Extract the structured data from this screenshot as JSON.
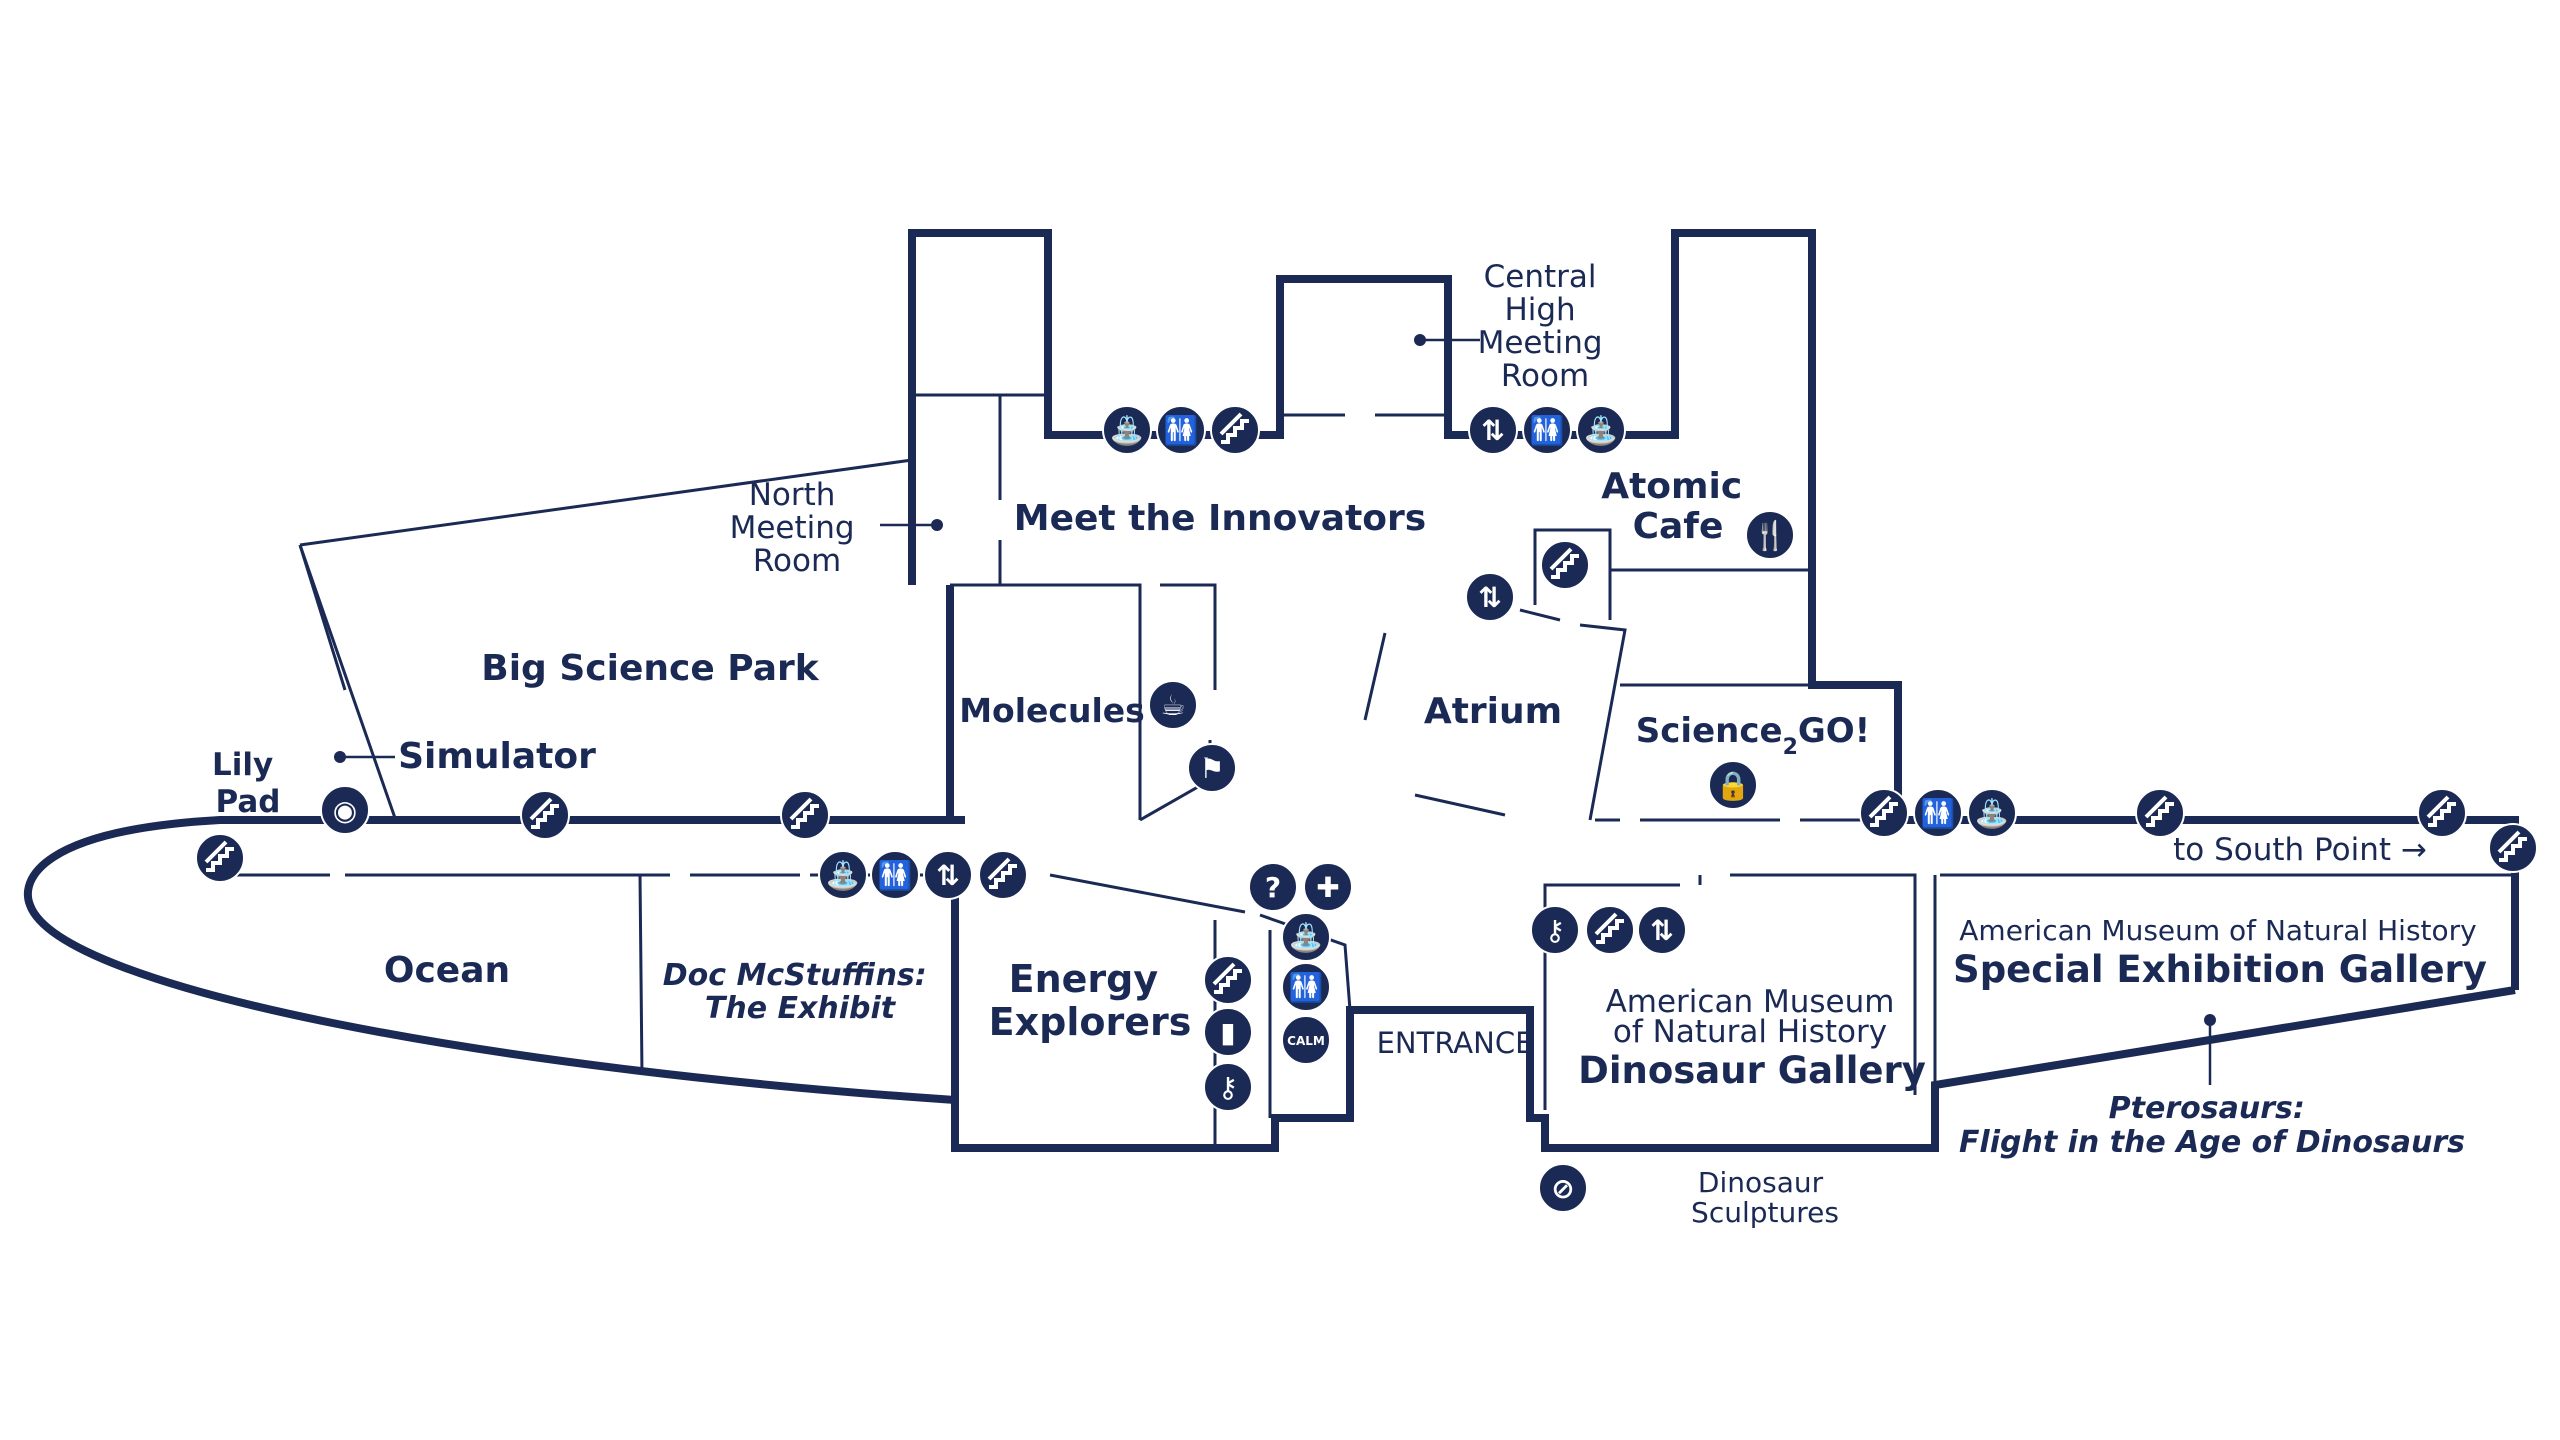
{
  "map": {
    "colors": {
      "ink": "#1b2a55",
      "background": "#ffffff"
    },
    "rooms": {
      "north_meeting_room": [
        "North",
        "Meeting",
        "Room"
      ],
      "meet_the_innovators": "Meet the Innovators",
      "central_high": [
        "Central",
        "High",
        "Meeting",
        "Room"
      ],
      "atomic_cafe": [
        "Atomic",
        "Cafe"
      ],
      "big_science_park": "Big Science Park",
      "lily_pad": [
        "Lily",
        "Pad"
      ],
      "simulator": "Simulator",
      "molecules": "Molecules",
      "atrium": "Atrium",
      "science2go": {
        "prefix": "Science",
        "sub": "2",
        "suffix": "GO!"
      },
      "to_south_point": "to South Point →",
      "ocean": "Ocean",
      "doc_mcstuffins": [
        "Doc McStuffins:",
        "The Exhibit"
      ],
      "energy_explorers": [
        "Energy",
        "Explorers"
      ],
      "entrance": "ENTRANCE",
      "dinosaur_gallery": {
        "line1": "American Museum",
        "line2": "of Natural History",
        "title": "Dinosaur Gallery"
      },
      "special_gallery": {
        "line1": "American Museum of Natural History",
        "title": "Special Exhibition Gallery"
      },
      "pterosaurs": [
        "Pterosaurs:",
        "Flight in the Age of Dinosaurs"
      ],
      "dinosaur_sculptures": [
        "Dinosaur",
        "Sculptures"
      ]
    },
    "icon_glyphs": {
      "fountain": "⛲",
      "restroom": "🚻",
      "elevator": "⇅",
      "food": "🍴",
      "coffee": "☕",
      "info": "?",
      "first_aid": "✚",
      "battery": "▮",
      "key": "⚷",
      "lock": "🔒",
      "calm": "CALM",
      "no_smoking": "⊘",
      "camera": "◉",
      "kiosk": "⚑"
    }
  }
}
